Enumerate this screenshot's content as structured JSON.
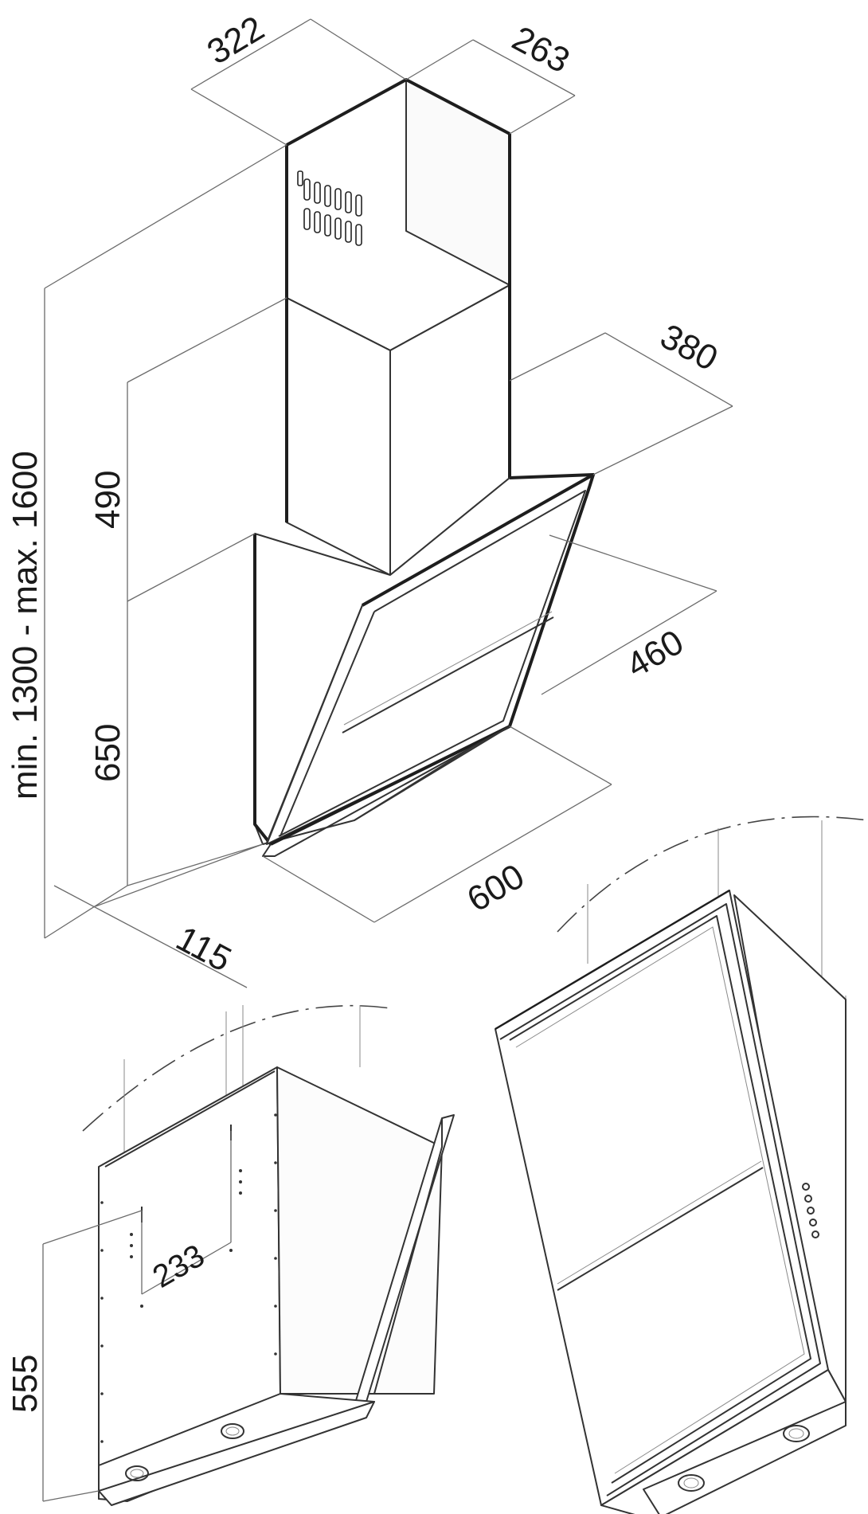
{
  "dimensions": {
    "chimney_width": "322",
    "chimney_depth": "263",
    "hood_depth": "380",
    "hood_width_top": "460",
    "hood_width": "600",
    "wall_offset": "115",
    "upper_chimney": "490",
    "lower_height": "650",
    "total_height": "min. 1300 - max. 1600",
    "mount_spacing": "233",
    "mount_height": "555"
  }
}
